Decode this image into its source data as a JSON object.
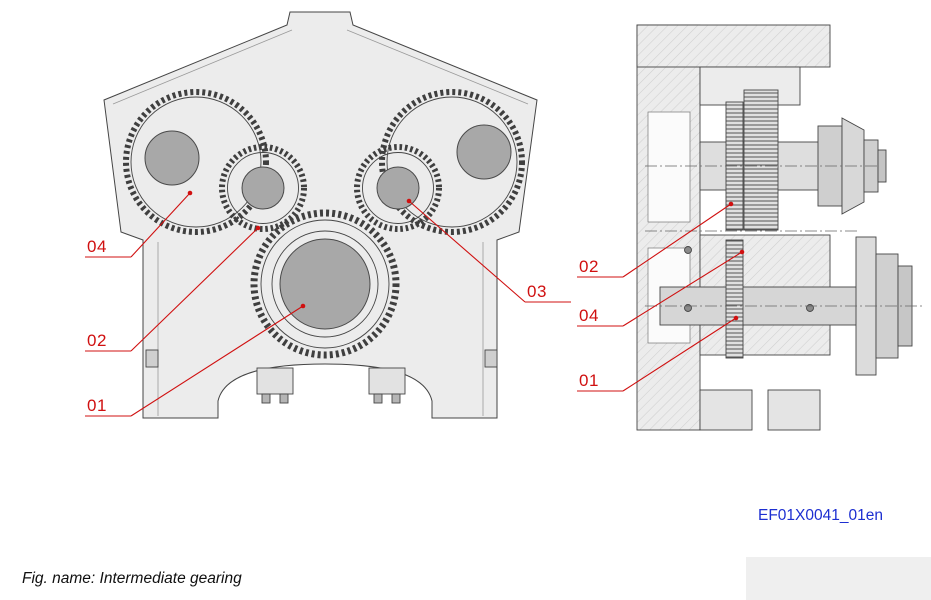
{
  "figure": {
    "caption": "Fig. name: Intermediate gearing",
    "code": "EF01X0041_01en"
  },
  "palette": {
    "callout_red": "#d01010",
    "code_blue": "#1d2fd1",
    "housing_gray": "#ececec",
    "hub_gray": "#a8a8a8"
  },
  "front_view": {
    "callouts": [
      {
        "label": "04"
      },
      {
        "label": "02"
      },
      {
        "label": "01"
      },
      {
        "label": "03"
      }
    ]
  },
  "side_view": {
    "callouts": [
      {
        "label": "02"
      },
      {
        "label": "04"
      },
      {
        "label": "01"
      }
    ]
  }
}
